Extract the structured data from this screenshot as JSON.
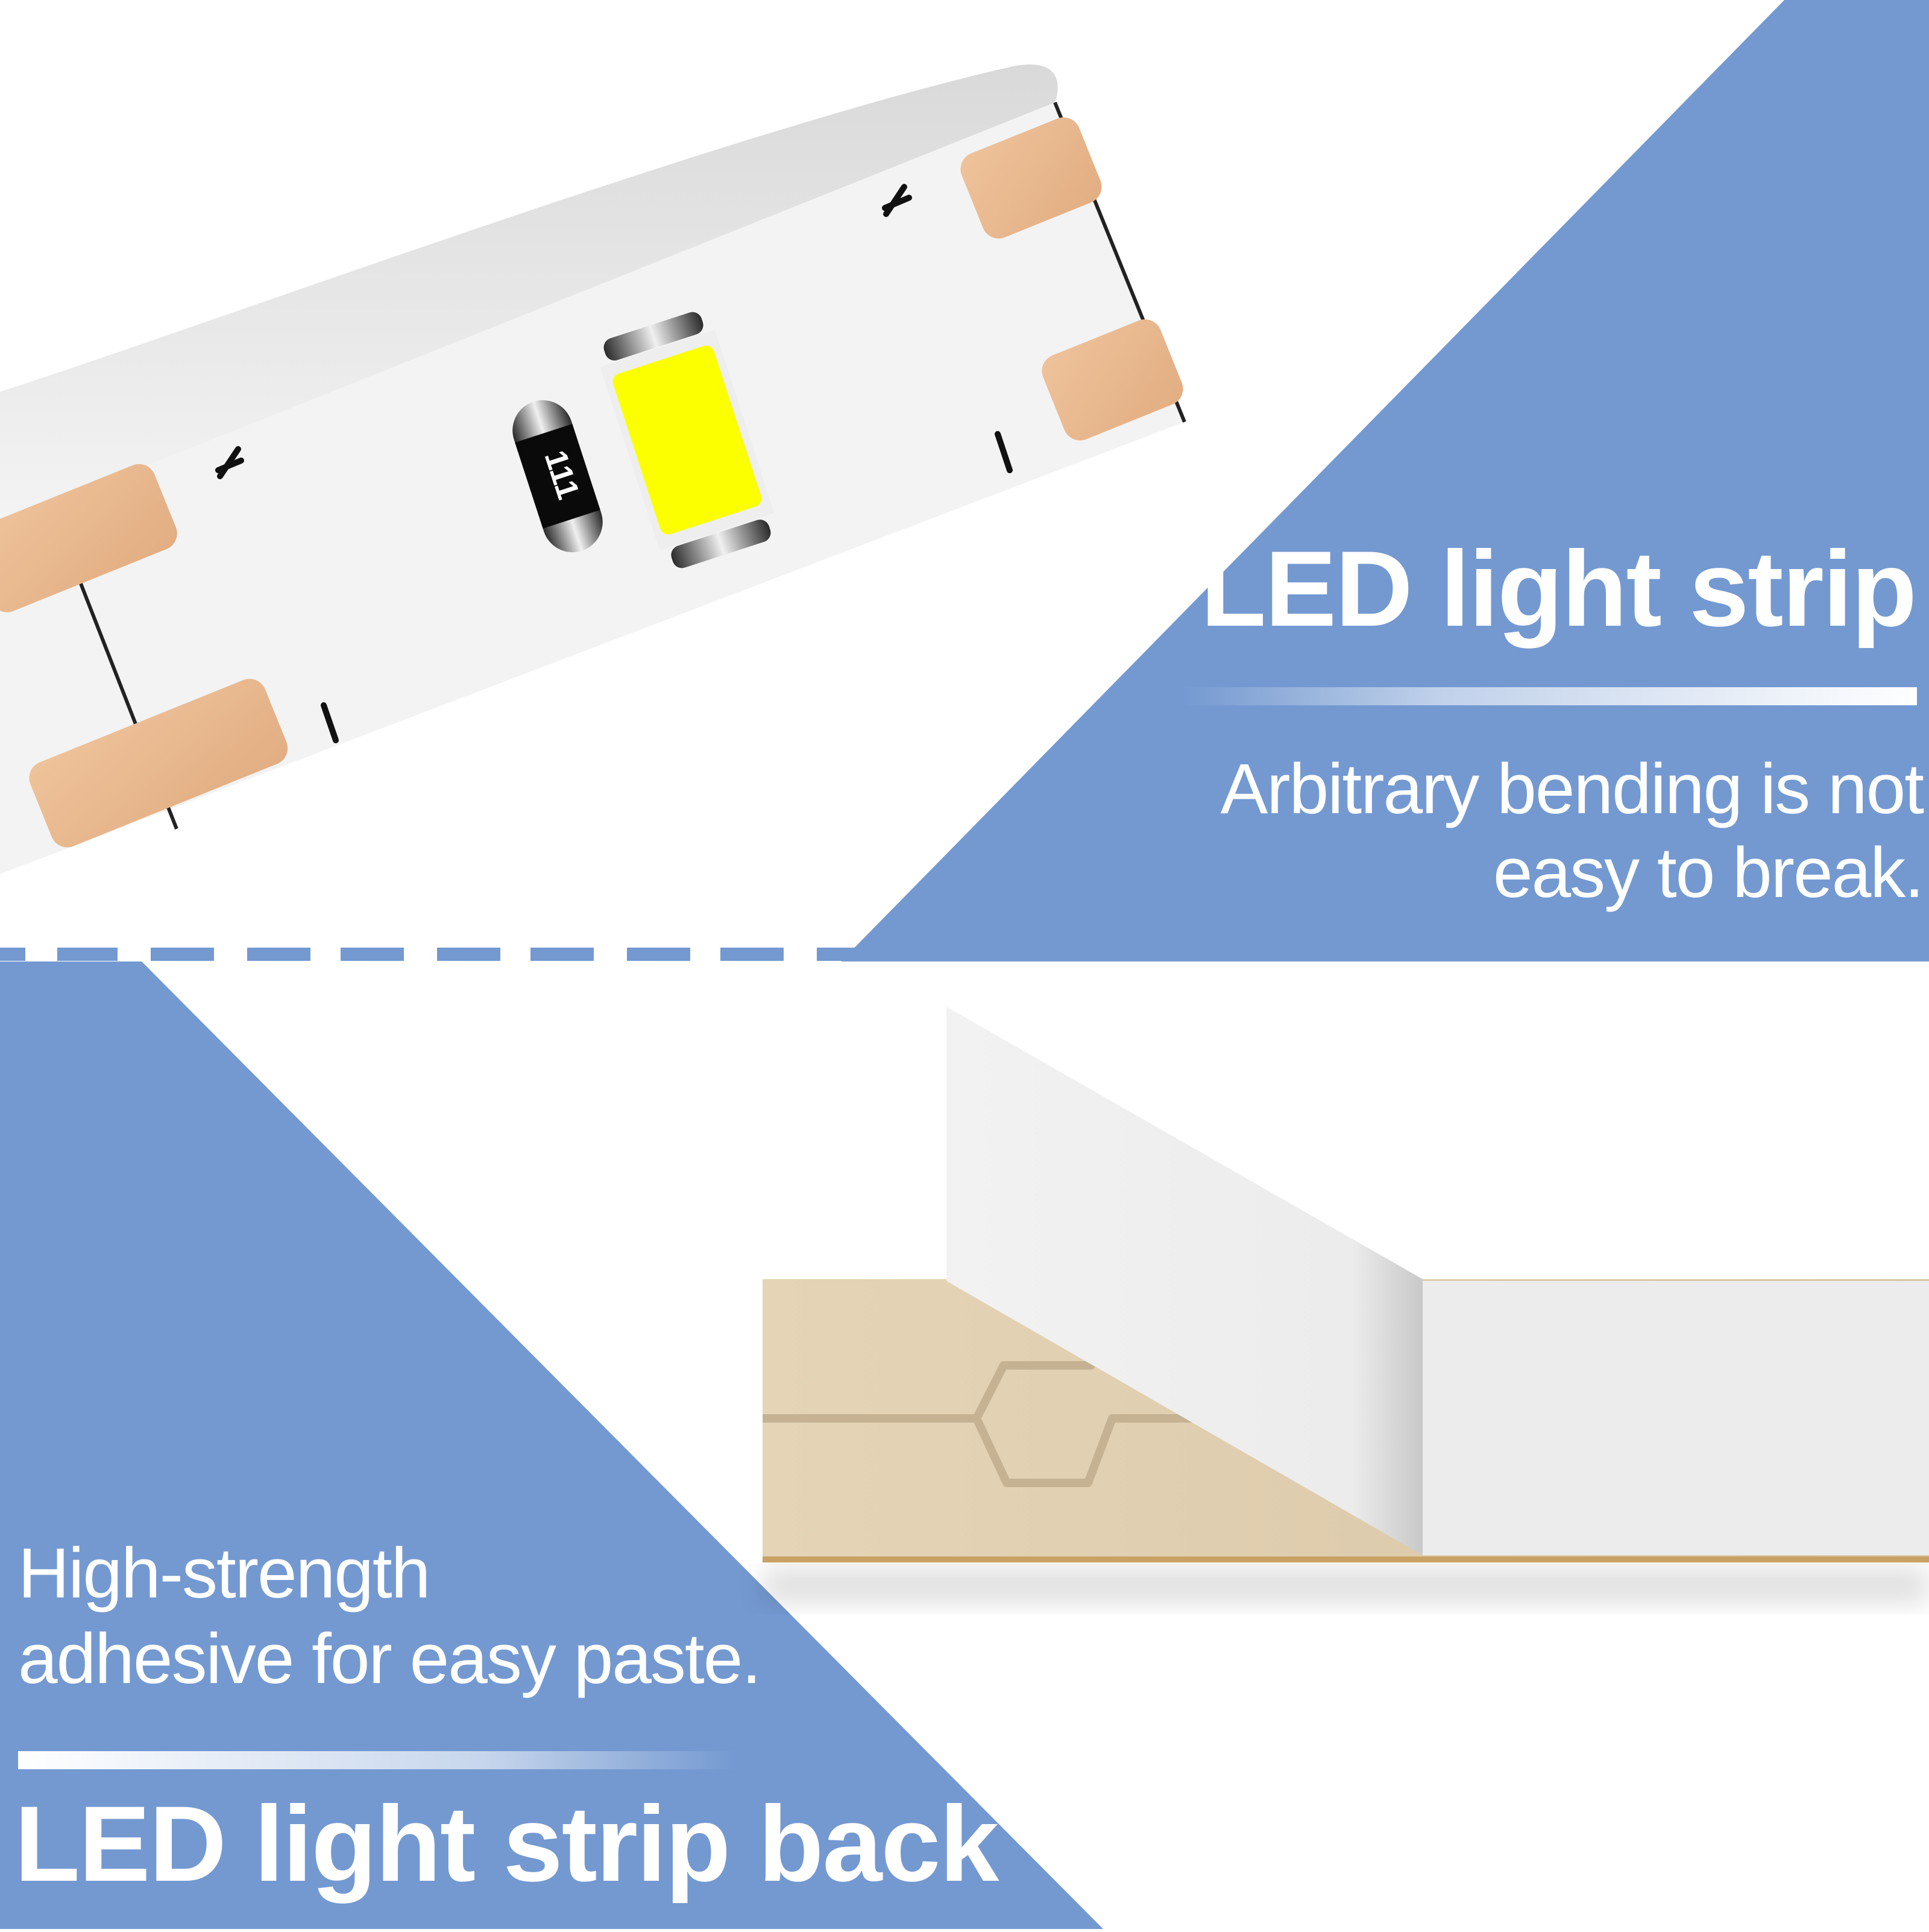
{
  "colors": {
    "panel_blue": "#7499d1",
    "background": "#ffffff",
    "strip_white": "#f2f2f2",
    "copper_pad": "#e9b98f",
    "led_yellow": "#fbff00",
    "resistor_black": "#0a0a0a",
    "adhesive_tan": "#e3d2b3",
    "adhesive_trace": "#c4b293",
    "adhesive_edge": "#c8a265"
  },
  "top_section": {
    "title": "LED light strip",
    "description_lines": [
      "Arbitrary bending is not",
      "easy to break."
    ]
  },
  "bottom_section": {
    "title": "LED light strip back",
    "description_lines": [
      "High-strength",
      "adhesive for easy paste."
    ]
  },
  "strip_markings": {
    "plus": "+",
    "minus": "|",
    "resistor_code": "111"
  }
}
